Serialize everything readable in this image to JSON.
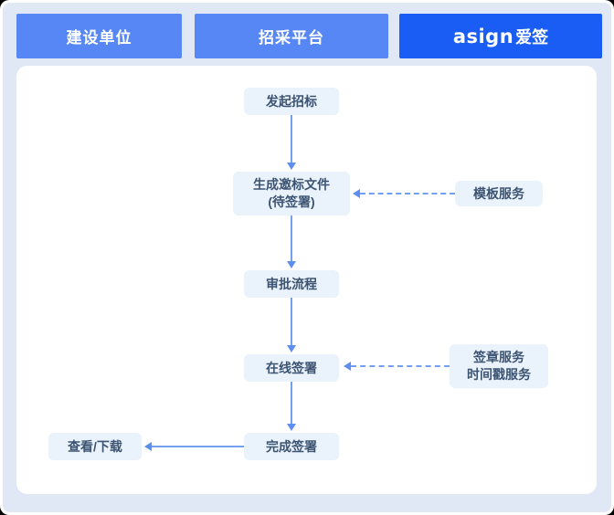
{
  "header": {
    "lanes": [
      {
        "label": "建设单位"
      },
      {
        "label": "招采平台"
      },
      {
        "logo": "asign",
        "label": "爱签"
      }
    ]
  },
  "flow": {
    "nodes": [
      {
        "label": "发起招标"
      },
      {
        "line1": "生成邀标文件",
        "line2": "(待签署)"
      },
      {
        "label": "审批流程"
      },
      {
        "label": "在线签署"
      },
      {
        "label": "完成签署"
      },
      {
        "label": "查看/下载"
      }
    ],
    "services": [
      {
        "label": "模板服务"
      },
      {
        "line1": "签章服务",
        "line2": "时间戳服务"
      }
    ]
  },
  "colors": {
    "lane_tab_blue": "#5787f4",
    "brand_blue": "#1a5df4",
    "panel_background": "#dfe8f4",
    "node_background": "#eaf2fc",
    "node_text": "#3c5472",
    "arrow": "#74a0f0"
  }
}
